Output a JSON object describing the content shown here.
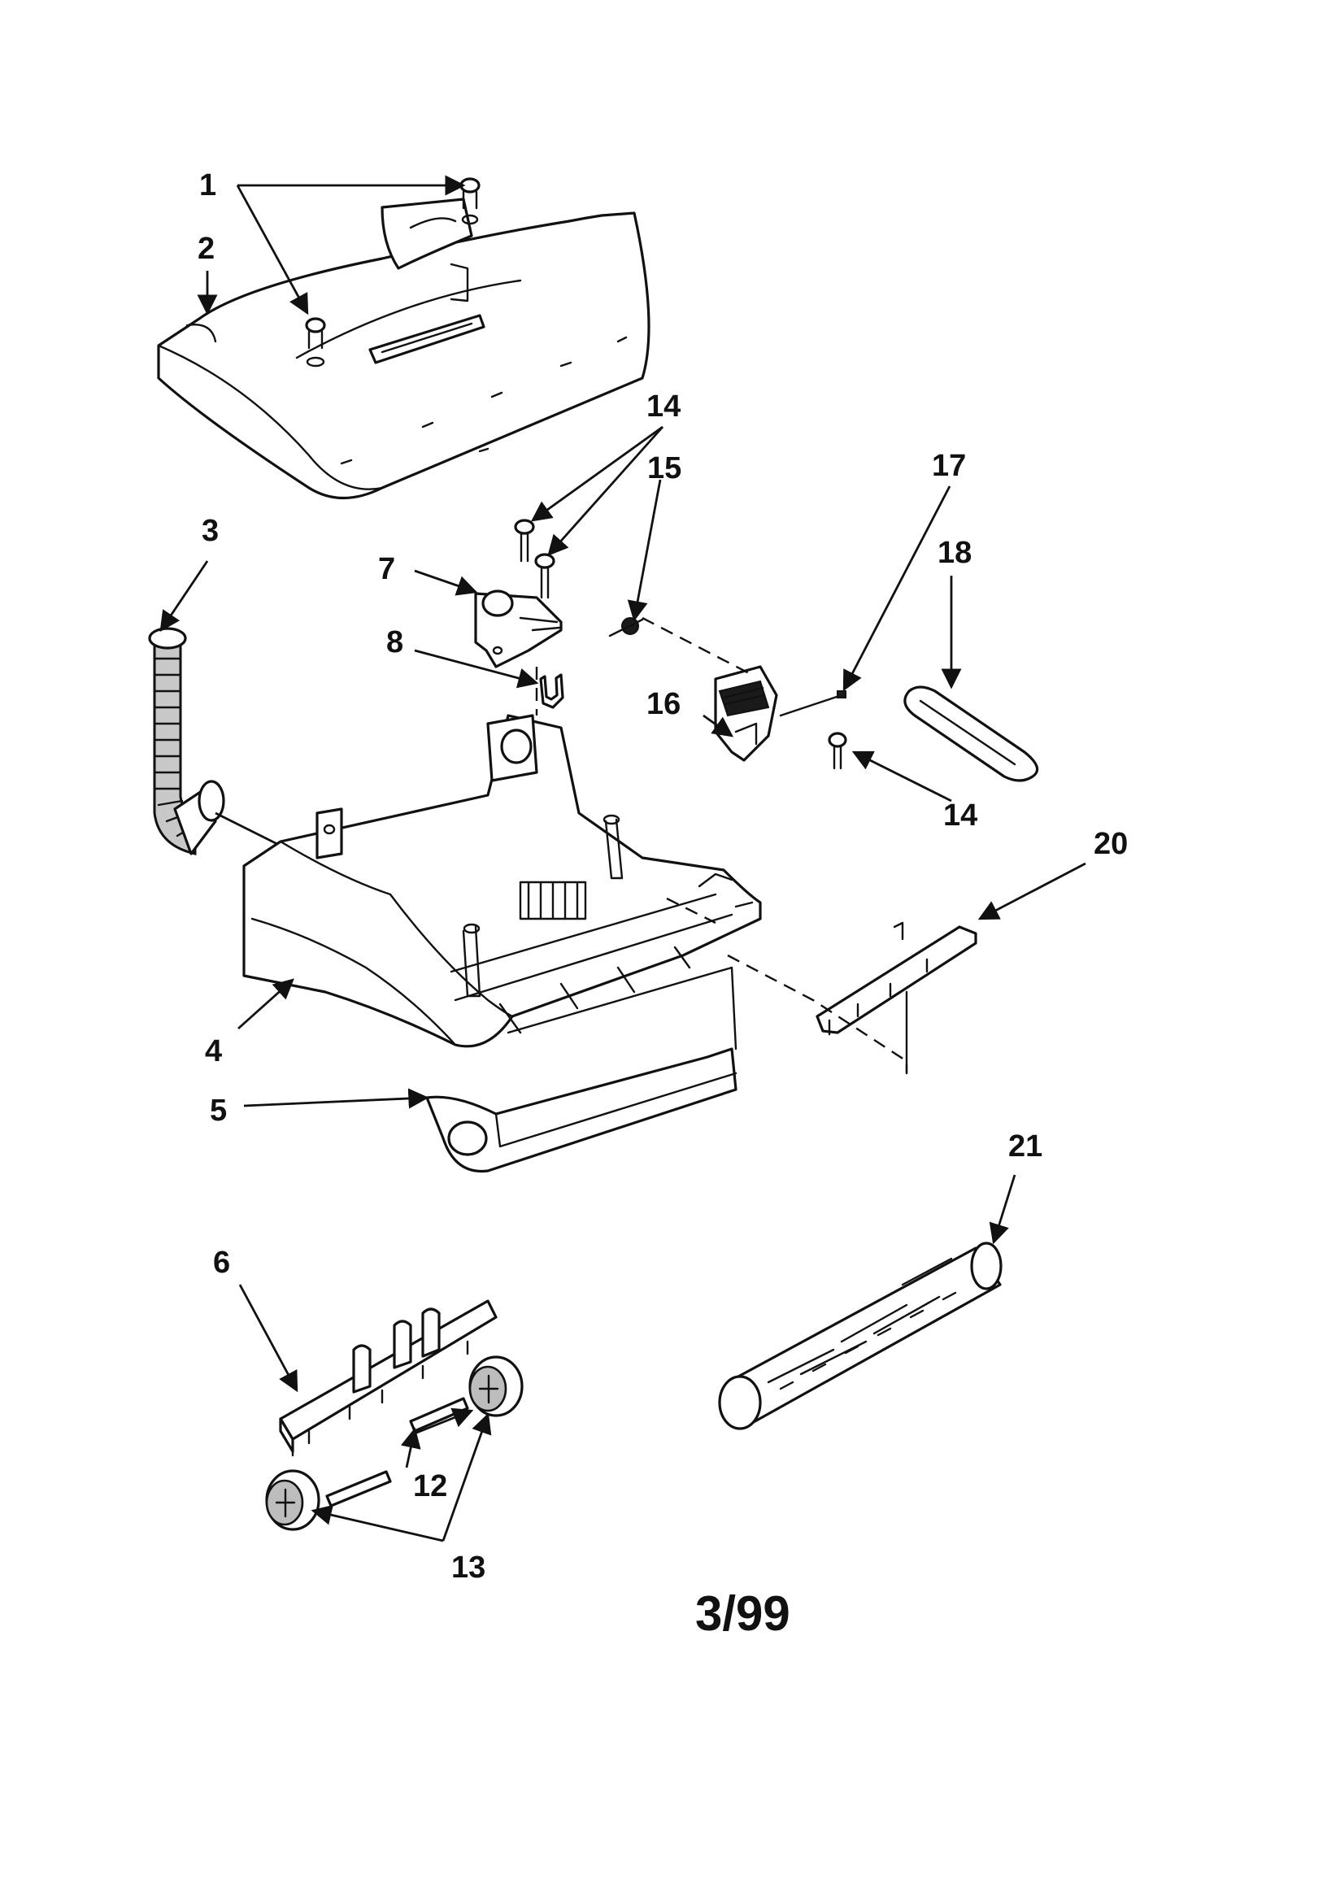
{
  "callouts": [
    {
      "id": "1",
      "label": "1"
    },
    {
      "id": "2",
      "label": "2"
    },
    {
      "id": "3",
      "label": "3"
    },
    {
      "id": "4",
      "label": "4"
    },
    {
      "id": "5",
      "label": "5"
    },
    {
      "id": "6",
      "label": "6"
    },
    {
      "id": "7",
      "label": "7"
    },
    {
      "id": "8",
      "label": "8"
    },
    {
      "id": "12",
      "label": "12"
    },
    {
      "id": "13",
      "label": "13"
    },
    {
      "id": "14a",
      "label": "14"
    },
    {
      "id": "14b",
      "label": "14"
    },
    {
      "id": "15",
      "label": "15"
    },
    {
      "id": "16",
      "label": "16"
    },
    {
      "id": "17",
      "label": "17"
    },
    {
      "id": "18",
      "label": "18"
    },
    {
      "id": "20",
      "label": "20"
    },
    {
      "id": "21",
      "label": "21"
    }
  ],
  "revision": "3/99",
  "colors": {
    "ink": "#111111",
    "paper": "#ffffff",
    "shade": "#bdbdbd"
  }
}
